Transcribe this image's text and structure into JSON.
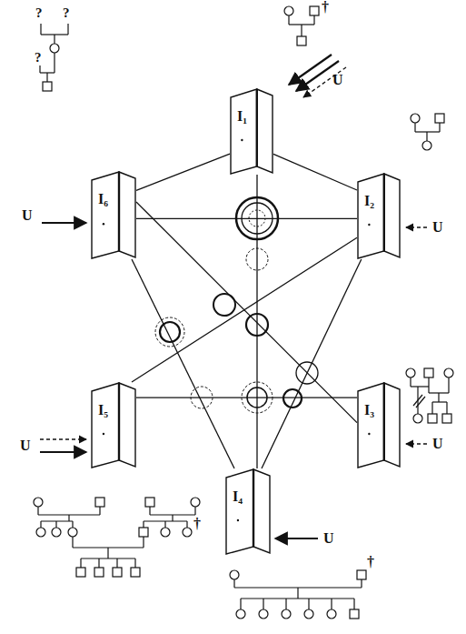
{
  "diagram": {
    "nodes": [
      {
        "text": [
          "I₁"
        ]
      },
      {
        "text": [
          "I₂"
        ]
      },
      {
        "text": [
          "I₃"
        ]
      },
      {
        "text": [
          "I₄"
        ]
      },
      {
        "text": [
          "I₅"
        ]
      },
      {
        "text": [
          "I₆"
        ]
      }
    ],
    "edges": [
      {
        "from": 0,
        "to": 5,
        "arrow": "none"
      },
      {
        "from": 0,
        "to": 1,
        "arrow": "none"
      },
      {
        "from": 0,
        "to": 3,
        "arrow": "none"
      },
      {
        "from": 5,
        "to": 1,
        "arrow": "none"
      },
      {
        "from": 4,
        "to": 2,
        "arrow": "none"
      },
      {
        "from": 5,
        "to": 3,
        "arrow": "none"
      },
      {
        "from": 1,
        "to": 3,
        "arrow": "none"
      },
      {
        "from": 1,
        "to": 4,
        "arrow": "none"
      },
      {
        "from": 5,
        "to": 2,
        "arrow": "none"
      }
    ],
    "labels": [
      "U",
      "U",
      "U",
      "U",
      "U",
      "U",
      "?",
      "?",
      "?",
      "†",
      "†",
      "†"
    ]
  }
}
